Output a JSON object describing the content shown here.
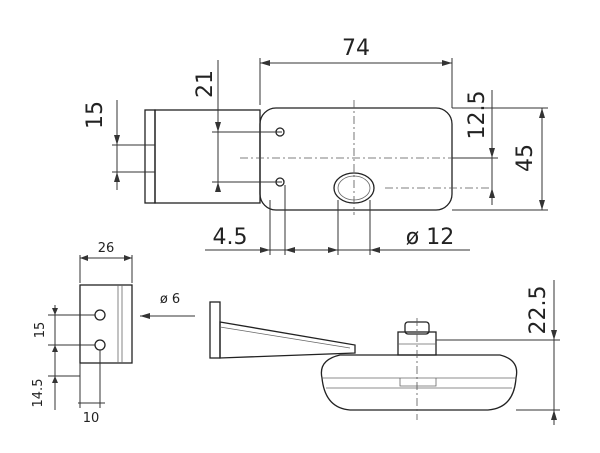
{
  "dimensions": {
    "d74": "74",
    "d21": "21",
    "d15_top": "15",
    "d12_5": "12.5",
    "d45": "45",
    "d4_5": "4.5",
    "d_dia12": "ø 12",
    "d26": "26",
    "d_dia6": "ø 6",
    "d15_side": "15",
    "d14_5": "14.5",
    "d10": "10",
    "d22_5": "22.5"
  }
}
